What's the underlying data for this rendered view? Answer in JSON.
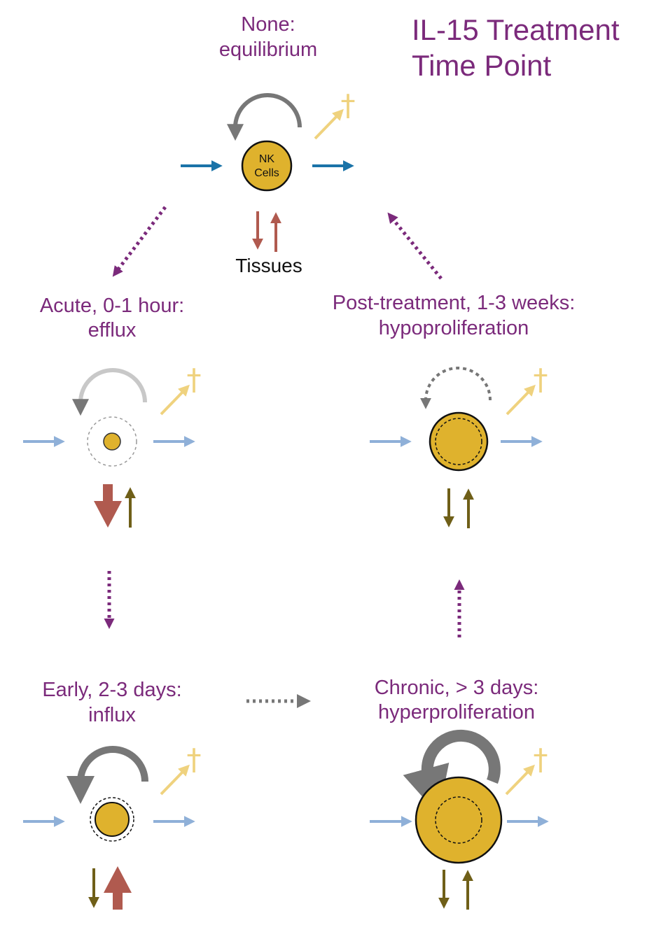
{
  "title": {
    "line1": "IL-15 Treatment",
    "line2": "Time Point"
  },
  "stages": {
    "none": {
      "line1": "None:",
      "line2": "equilibrium",
      "cell_line1": "NK",
      "cell_line2": "Cells",
      "tissues": "Tissues"
    },
    "acute": {
      "line1": "Acute, 0-1 hour:",
      "line2": "efflux"
    },
    "early": {
      "line1": "Early, 2-3 days:",
      "line2": "influx"
    },
    "chronic": {
      "line1": "Chronic, > 3 days:",
      "line2": "hyperproliferation"
    },
    "post": {
      "line1": "Post-treatment, 1-3 weeks:",
      "line2": "hypoproliferation"
    }
  },
  "symbols": {
    "death": "†"
  },
  "colors": {
    "label_purple": "#7b2a7b",
    "cell_gold": "#dfb22d",
    "flow_blue_dark": "#1a73a8",
    "flow_blue_light": "#8fb0d8",
    "death_yellow": "#efd27e",
    "tissue_red": "#b05a4f",
    "tissue_olive": "#6f5f18",
    "cycle_gray": "#777777",
    "cycle_light_gray": "#c8c8c8",
    "transition_purple": "#7b2a7b",
    "transition_gray": "#777777"
  }
}
